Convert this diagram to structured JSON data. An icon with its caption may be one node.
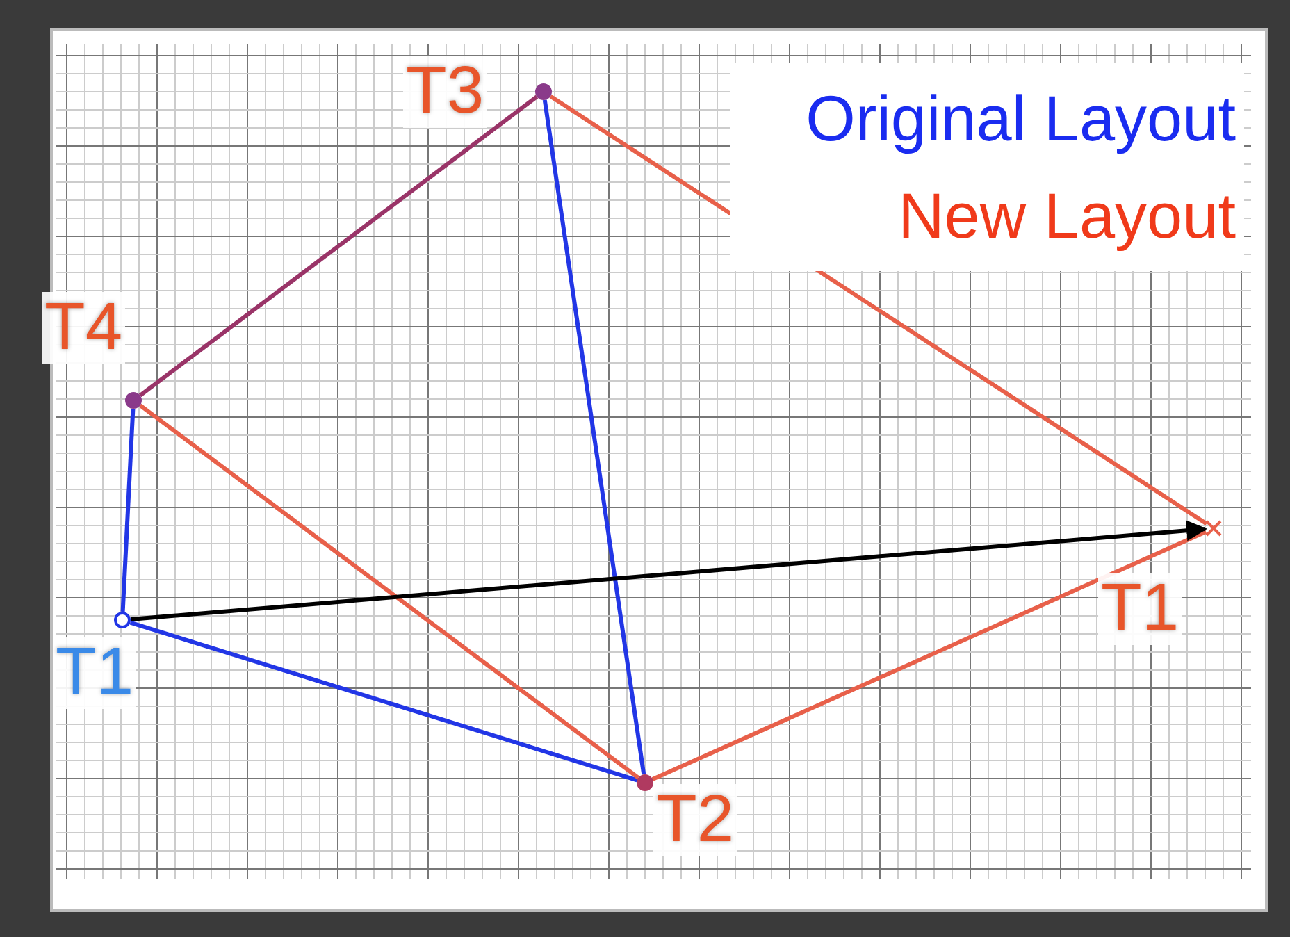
{
  "diagram": {
    "nodes": [
      {
        "text": [],
        "shape": "circle",
        "beside": [
          "T3"
        ]
      },
      {
        "text": [],
        "shape": "circle",
        "beside": [
          "T4"
        ]
      },
      {
        "text": [],
        "shape": "cross",
        "beside": [
          "T1"
        ]
      },
      {
        "text": [],
        "shape": "circle",
        "beside": [
          "T1"
        ]
      },
      {
        "text": [],
        "shape": "circle",
        "beside": [
          "T2"
        ]
      }
    ],
    "edges": [
      {
        "from": 1,
        "to": 3,
        "arrow": "none",
        "color": "#2236e6"
      },
      {
        "from": 3,
        "to": 4,
        "arrow": "none",
        "color": "#2236e6"
      },
      {
        "from": 4,
        "to": 0,
        "arrow": "none",
        "color": "#2236e6"
      },
      {
        "from": 0,
        "to": 1,
        "arrow": "none",
        "color": "#9a3468"
      },
      {
        "from": 0,
        "to": 2,
        "arrow": "none",
        "color": "#e8604a"
      },
      {
        "from": 2,
        "to": 4,
        "arrow": "none",
        "color": "#e8604a"
      },
      {
        "from": 4,
        "to": 1,
        "arrow": "none",
        "color": "#e8604a"
      },
      {
        "from": 3,
        "to": 2,
        "arrow": "to",
        "color": "#000000"
      }
    ],
    "legend": [
      {
        "text": "Original Layout",
        "color": "#1a2cf0"
      },
      {
        "text": "New Layout",
        "color": "#f03a1a"
      }
    ]
  }
}
